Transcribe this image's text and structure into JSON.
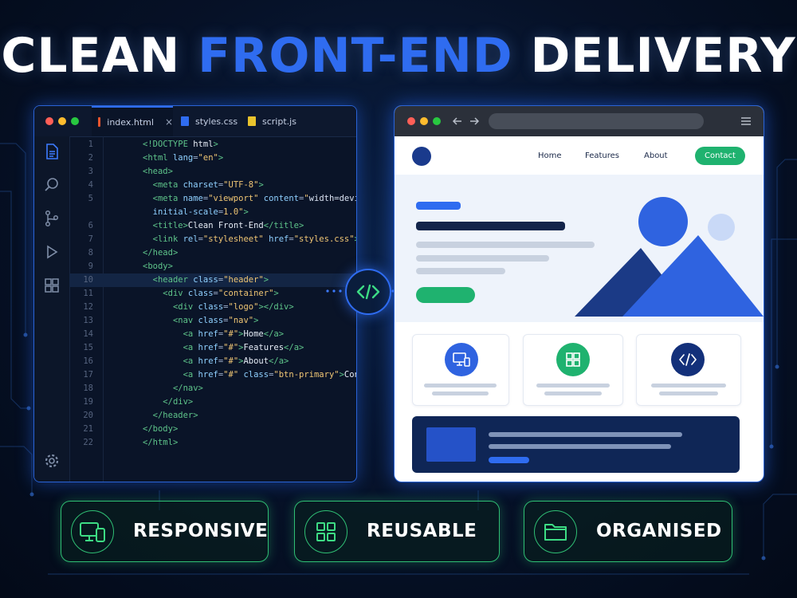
{
  "headline": {
    "part1": "CLEAN",
    "accent": "FRONT-END",
    "part2": "DELIVERY"
  },
  "editor": {
    "tabs": [
      {
        "label": "index.html"
      },
      {
        "label": "styles.css"
      },
      {
        "label": "script.js"
      }
    ],
    "close_glyph": "×",
    "lines": [
      {
        "n": "1",
        "text": "<!DOCTYPE html>"
      },
      {
        "n": "2",
        "text": "<html lang=\"en\">"
      },
      {
        "n": "3",
        "text": "<head>"
      },
      {
        "n": "4",
        "text": "  <meta charset=\"UTF-8\">"
      },
      {
        "n": "5",
        "text": "  <meta name=\"viewport\" content=\"width=device-width,"
      },
      {
        "n": "",
        "text": "  initial-scale=1.0\">"
      },
      {
        "n": "6",
        "text": "  <title>Clean Front-End</title>"
      },
      {
        "n": "7",
        "text": "  <link rel=\"stylesheet\" href=\"styles.css\">"
      },
      {
        "n": "8",
        "text": "</head>"
      },
      {
        "n": "9",
        "text": "<body>"
      },
      {
        "n": "10",
        "text": "  <header class=\"header\">"
      },
      {
        "n": "11",
        "text": "    <div class=\"container\">"
      },
      {
        "n": "12",
        "text": "      <div class=\"logo\"></div>"
      },
      {
        "n": "13",
        "text": "      <nav class=\"nav\">"
      },
      {
        "n": "14",
        "text": "        <a href=\"#\">Home</a>"
      },
      {
        "n": "15",
        "text": "        <a href=\"#\">Features</a>"
      },
      {
        "n": "16",
        "text": "        <a href=\"#\">About</a>"
      },
      {
        "n": "17",
        "text": "        <a href=\"#\" class=\"btn-primary\">Contact</a>"
      },
      {
        "n": "18",
        "text": "      </nav>"
      },
      {
        "n": "19",
        "text": "    </div>"
      },
      {
        "n": "20",
        "text": "  </header>"
      },
      {
        "n": "21",
        "text": "</body>"
      },
      {
        "n": "22",
        "text": "</html>"
      }
    ],
    "current_line": "10"
  },
  "browser": {
    "nav_links": [
      "Home",
      "Features",
      "About"
    ],
    "cta": "Contact"
  },
  "features": [
    {
      "label": "RESPONSIVE",
      "icon": "devices-icon"
    },
    {
      "label": "REUSABLE",
      "icon": "grid-icon"
    },
    {
      "label": "ORGANISED",
      "icon": "folder-icon"
    }
  ],
  "colors": {
    "accent_blue": "#2f6cf0",
    "accent_green": "#2fbf74",
    "navy": "#0f2656",
    "contact_green": "#1fb26f"
  }
}
